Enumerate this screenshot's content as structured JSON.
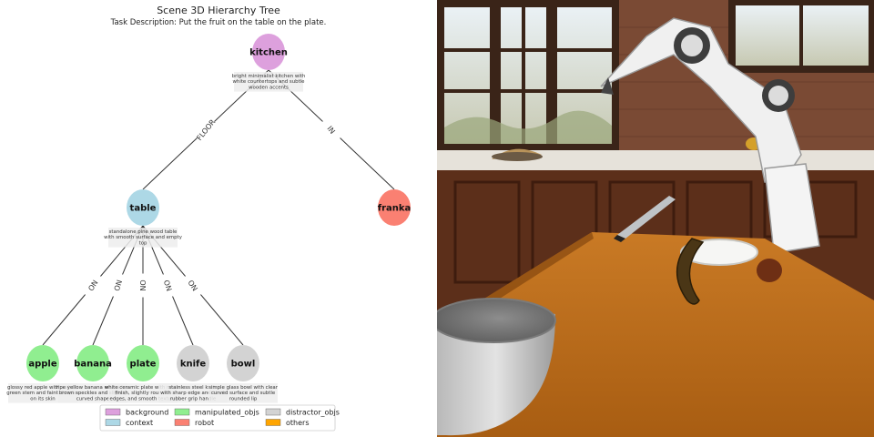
{
  "title": "Scene 3D Hierarchy Tree",
  "subtitle": "Task Description: Put the fruit on the table on the plate.",
  "tree": {
    "nodes": [
      {
        "id": "kitchen",
        "label": "kitchen",
        "category": "background",
        "description": [
          "bright minimalist kitchen with",
          "white countertops and subtle",
          "wooden accents"
        ]
      },
      {
        "id": "table",
        "label": "table",
        "category": "context",
        "description": [
          "standalone pine wood table",
          "with smooth surface and empty",
          "top"
        ]
      },
      {
        "id": "franka",
        "label": "franka",
        "category": "robot",
        "description": []
      },
      {
        "id": "apple",
        "label": "apple",
        "category": "manipulated_objs",
        "description": [
          "glossy red apple with a short",
          "green stem and faint dimples",
          "on its skin"
        ]
      },
      {
        "id": "banana",
        "label": "banana",
        "category": "manipulated_objs",
        "description": [
          "ripe yellow banana with a few",
          "brown speckles and slightly",
          "curved shape"
        ]
      },
      {
        "id": "plate",
        "label": "plate",
        "category": "manipulated_objs",
        "description": [
          "white ceramic plate with matte",
          "finish, slightly rounded",
          "edges, and smooth texture"
        ]
      },
      {
        "id": "knife",
        "label": "knife",
        "category": "distractor_objs",
        "description": [
          "stainless steel knife",
          "with sharp edge and black",
          "rubber grip handle"
        ]
      },
      {
        "id": "bowl",
        "label": "bowl",
        "category": "distractor_objs",
        "description": [
          "simple glass bowl with clear",
          "curved surface and subtle",
          "rounded lip"
        ]
      }
    ],
    "edges": [
      {
        "from": "kitchen",
        "to": "table",
        "label": "FLOOR"
      },
      {
        "from": "kitchen",
        "to": "franka",
        "label": "IN"
      },
      {
        "from": "table",
        "to": "apple",
        "label": "ON"
      },
      {
        "from": "table",
        "to": "banana",
        "label": "ON"
      },
      {
        "from": "table",
        "to": "plate",
        "label": "ON"
      },
      {
        "from": "table",
        "to": "knife",
        "label": "ON"
      },
      {
        "from": "table",
        "to": "bowl",
        "label": "ON"
      }
    ]
  },
  "legend": [
    {
      "key": "background",
      "label": "background",
      "color": "#dda0dd"
    },
    {
      "key": "context",
      "label": "context",
      "color": "#add8e6"
    },
    {
      "key": "manipulated_objs",
      "label": "manipulated_objs",
      "color": "#90ee90"
    },
    {
      "key": "robot",
      "label": "robot",
      "color": "#fa8072"
    },
    {
      "key": "distractor_objs",
      "label": "distractor_objs",
      "color": "#d3d3d3"
    },
    {
      "key": "others",
      "label": "others",
      "color": "#ffa500"
    }
  ]
}
